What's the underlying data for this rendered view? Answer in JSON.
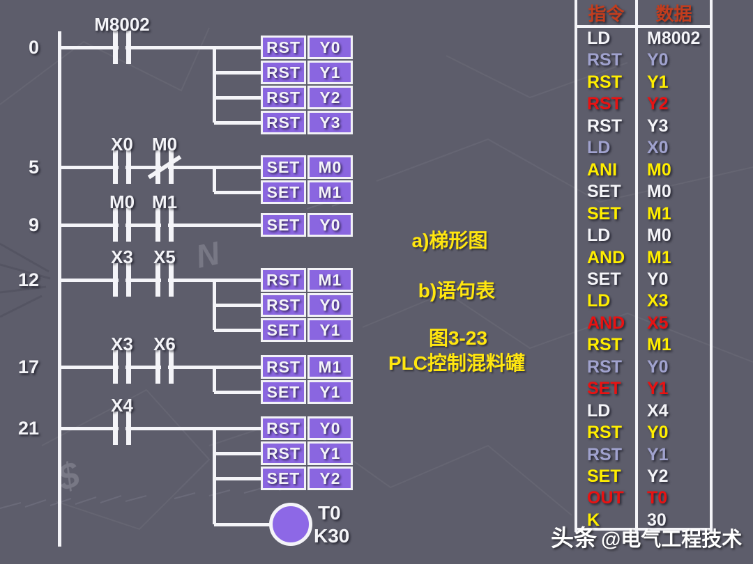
{
  "colors": {
    "background": "#5d5d6b",
    "wire": "#f4f4f8",
    "box_fill": "#8a66e0",
    "coil_fill": "#8d68e6",
    "white": "#f4f4f8",
    "yellow": "#ffee00",
    "red": "#e81212",
    "lavender": "#a0a2ce",
    "header_red": "#c23d1e",
    "caption_yellow": "#ffe60f"
  },
  "ladder": {
    "rungs": [
      {
        "step": "0",
        "contacts": [
          {
            "label": "M8002",
            "col": 0,
            "nc": false
          }
        ],
        "outputs": [
          {
            "op": "RST",
            "operand": "Y0"
          },
          {
            "op": "RST",
            "operand": "Y1"
          },
          {
            "op": "RST",
            "operand": "Y2"
          },
          {
            "op": "RST",
            "operand": "Y3"
          }
        ]
      },
      {
        "step": "5",
        "contacts": [
          {
            "label": "X0",
            "col": 0,
            "nc": false
          },
          {
            "label": "M0",
            "col": 1,
            "nc": true
          }
        ],
        "outputs": [
          {
            "op": "SET",
            "operand": "M0"
          },
          {
            "op": "SET",
            "operand": "M1"
          }
        ]
      },
      {
        "step": "9",
        "contacts": [
          {
            "label": "M0",
            "col": 0,
            "nc": false
          },
          {
            "label": "M1",
            "col": 1,
            "nc": false
          }
        ],
        "outputs": [
          {
            "op": "SET",
            "operand": "Y0"
          }
        ]
      },
      {
        "step": "12",
        "contacts": [
          {
            "label": "X3",
            "col": 0,
            "nc": false
          },
          {
            "label": "X5",
            "col": 1,
            "nc": false
          }
        ],
        "outputs": [
          {
            "op": "RST",
            "operand": "M1"
          },
          {
            "op": "RST",
            "operand": "Y0"
          },
          {
            "op": "SET",
            "operand": "Y1"
          }
        ]
      },
      {
        "step": "17",
        "contacts": [
          {
            "label": "X3",
            "col": 0,
            "nc": false
          },
          {
            "label": "X6",
            "col": 1,
            "nc": false
          }
        ],
        "outputs": [
          {
            "op": "RST",
            "operand": "M1"
          },
          {
            "op": "SET",
            "operand": "Y1"
          }
        ]
      },
      {
        "step": "21",
        "contacts": [
          {
            "label": "X4",
            "col": 0,
            "nc": false
          }
        ],
        "outputs": [
          {
            "op": "RST",
            "operand": "Y0"
          },
          {
            "op": "RST",
            "operand": "Y1"
          },
          {
            "op": "SET",
            "operand": "Y2"
          }
        ],
        "timer": {
          "name": "T0",
          "preset": "K30"
        }
      }
    ]
  },
  "captions": {
    "a_label": "a)梯形图",
    "b_label": "b)语句表",
    "figure_number": "图3-23",
    "figure_title": "PLC控制混料罐"
  },
  "table": {
    "headers": [
      {
        "label": "指令"
      },
      {
        "label": "数据"
      }
    ],
    "rows": [
      {
        "op": "LD",
        "data": "M8002",
        "c": "w"
      },
      {
        "op": "RST",
        "data": "Y0",
        "c": "l"
      },
      {
        "op": "RST",
        "data": "Y1",
        "c": "y"
      },
      {
        "op": "RST",
        "data": "Y2",
        "c": "r"
      },
      {
        "op": "RST",
        "data": "Y3",
        "c": "w"
      },
      {
        "op": "LD",
        "data": "X0",
        "c": "l"
      },
      {
        "op": "ANI",
        "data": "M0",
        "c": "y"
      },
      {
        "op": "SET",
        "data": "M0",
        "c": "w"
      },
      {
        "op": "SET",
        "data": "M1",
        "c": "y"
      },
      {
        "op": "LD",
        "data": "M0",
        "c": "w"
      },
      {
        "op": "AND",
        "data": "M1",
        "c": "y"
      },
      {
        "op": "SET",
        "data": "Y0",
        "c": "w"
      },
      {
        "op": "LD",
        "data": "X3",
        "c": "y"
      },
      {
        "op": "AND",
        "data": "X5",
        "c": "r"
      },
      {
        "op": "RST",
        "data": "M1",
        "c": "y"
      },
      {
        "op": "RST",
        "data": "Y0",
        "c": "l"
      },
      {
        "op": "SET",
        "data": "Y1",
        "c": "r"
      },
      {
        "op": "LD",
        "data": "X4",
        "c": "w"
      },
      {
        "op": "RST",
        "data": "Y0",
        "c": "y"
      },
      {
        "op": "RST",
        "data": "Y1",
        "c": "l"
      },
      {
        "op": "SET",
        "data": "Y2",
        "c": "y",
        "c2": "w"
      },
      {
        "op": "OUT",
        "data": "T0",
        "c": "r"
      },
      {
        "op": "K",
        "data": "30",
        "c": "y",
        "c2": "w"
      }
    ]
  },
  "watermark": {
    "prefix": "头条",
    "text": "@电气工程技术"
  }
}
